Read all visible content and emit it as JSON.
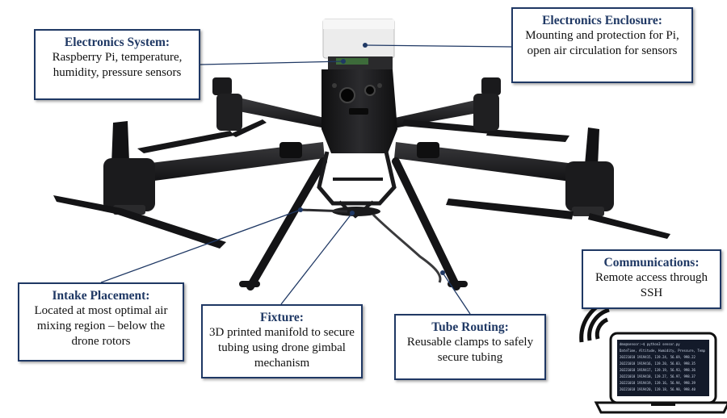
{
  "callouts": {
    "electronics_system": {
      "title": "Electronics System:",
      "text": "Raspberry Pi, temperature, humidity, pressure sensors"
    },
    "electronics_enclosure": {
      "title": "Electronics Enclosure:",
      "text": "Mounting and protection for Pi, open air circulation for sensors"
    },
    "intake_placement": {
      "title": "Intake Placement:",
      "text": "Located at most optimal air mixing region – below the drone rotors"
    },
    "fixture": {
      "title": "Fixture:",
      "text": "3D printed manifold to secure tubing using drone gimbal mechanism"
    },
    "tube_routing": {
      "title": "Tube Routing:",
      "text": "Reusable clamps to safely secure tubing"
    },
    "communications": {
      "title": "Communications:",
      "text": "Remote access through SSH"
    }
  },
  "colors": {
    "callout_border": "#1f3864",
    "callout_title": "#1f3864",
    "leader_line": "#1f3864",
    "drone_body": "#1c1c1e",
    "enclosure": "#ececec"
  },
  "icons": {
    "wifi": "wifi-signal-icon",
    "laptop": "laptop-icon"
  }
}
